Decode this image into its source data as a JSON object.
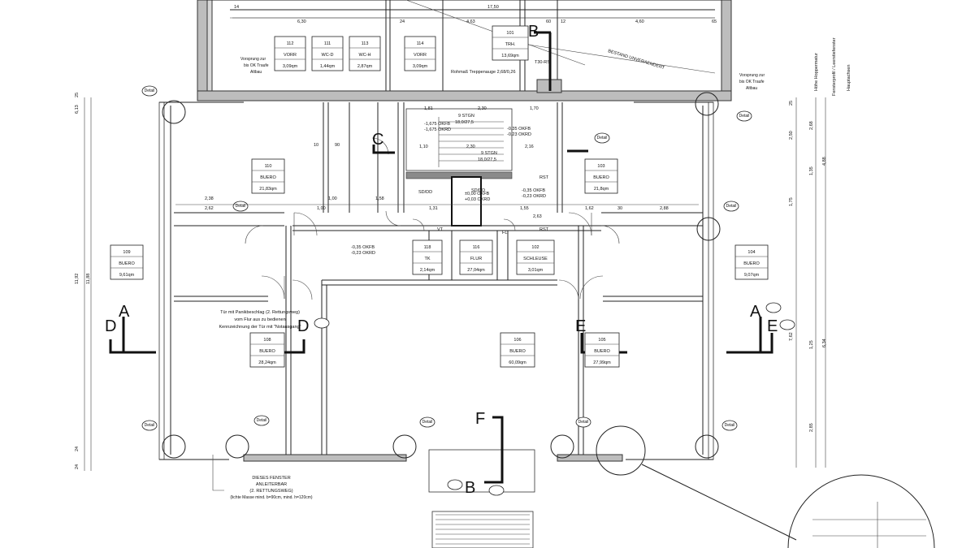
{
  "rooms": [
    {
      "id": "112",
      "name": "VORR",
      "area": "3,09qm"
    },
    {
      "id": "111",
      "name": "WC-D",
      "area": "1,44qm"
    },
    {
      "id": "113",
      "name": "WC-H",
      "area": "2,87qm"
    },
    {
      "id": "114",
      "name": "VORR",
      "area": "3,09qm"
    },
    {
      "id": "101",
      "name": "TRH.",
      "area": "13,69qm"
    },
    {
      "id": "110",
      "name": "BUERO",
      "area": "21,83qm"
    },
    {
      "id": "103",
      "name": "BUERO",
      "area": "21,8qm"
    },
    {
      "id": "109",
      "name": "BUERO",
      "area": "9,61qm"
    },
    {
      "id": "104",
      "name": "BUERO",
      "area": "9,07qm"
    },
    {
      "id": "118",
      "name": "TK",
      "area": "2,14qm"
    },
    {
      "id": "116",
      "name": "FLUR",
      "area": "27,04qm"
    },
    {
      "id": "102",
      "name": "SCHLEUSE",
      "area": "3,01qm"
    },
    {
      "id": "108",
      "name": "BUERO",
      "area": "28,24qm"
    },
    {
      "id": "106",
      "name": "BUERO",
      "area": "60,09qm"
    },
    {
      "id": "105",
      "name": "BUERO",
      "area": "27,99qm"
    }
  ],
  "section_markers": {
    "a": "A",
    "b": "B",
    "c": "C",
    "d": "D",
    "e": "E",
    "f": "F"
  },
  "annotations": {
    "bestand": "BESTAND UNVERAENDERT",
    "rohmass": "Rohmaß Treppenauge 2,68/0,26",
    "t30": "T30-RS",
    "vorsprung_left": [
      "Vorsprung zur",
      "bis OK Traufe",
      "Altbau"
    ],
    "vorsprung_right": [
      "Vorsprung zur",
      "bis OK Traufe",
      "Altbau"
    ],
    "door_note": [
      "Tür mit Panikbeschlag (2. Rettungsweg)",
      "vom Flur aus zu bedienen",
      "Kennzeichnung der Tür mit \"Notausgang\""
    ],
    "window_note": [
      "DIESES FENSTER",
      "ANLEITERBAR",
      "(2. RETTUNGSWEG)",
      "(lichte Masse mind. b=90cm, mind. h=120cm)"
    ],
    "stair_labels": [
      "9 STGN",
      "18,0/27,5",
      "9 STGN",
      "18,0/27,5"
    ],
    "levels": [
      "-1,675 OKFB",
      "-1,675 OKRD",
      "±0,00 OKFB",
      "+0,03 OKRD",
      "-0,35 OKFB",
      "-0,23 OKRD",
      "-0,35 OKFB",
      "-0,23 OKRD",
      "-0,35 OKFB",
      "-0,23 OKRD"
    ],
    "short": [
      "RST",
      "RST",
      "VT",
      "FL",
      "SD/DD",
      "SD/DD"
    ],
    "right_legend": [
      "Höhe Hoppermatur",
      "Fensterprofil / Leerstiefenster",
      "Hauptachsen"
    ]
  },
  "dims": {
    "top": [
      "14",
      "17,50",
      "6,30",
      "4,63",
      "60",
      "12",
      "4,60",
      "65",
      "2,30",
      "1,70",
      "1,81",
      "24"
    ],
    "mid": [
      "2,38",
      "2,62",
      "1,00",
      "1,00",
      "1,58",
      "1,31",
      "1,55",
      "2,63",
      "1,62",
      "2,88",
      "30",
      "10",
      "90",
      "2,16",
      "2,30",
      "1,10"
    ],
    "left": [
      "11,92",
      "11,88",
      "6,13",
      "25",
      "24",
      "24"
    ],
    "right": [
      "2,50",
      "2,68",
      "1,75",
      "1,35",
      "1,25",
      "7,62",
      "6,34",
      "2,85",
      "4,88",
      "25"
    ]
  },
  "callout_tag": "Detail"
}
